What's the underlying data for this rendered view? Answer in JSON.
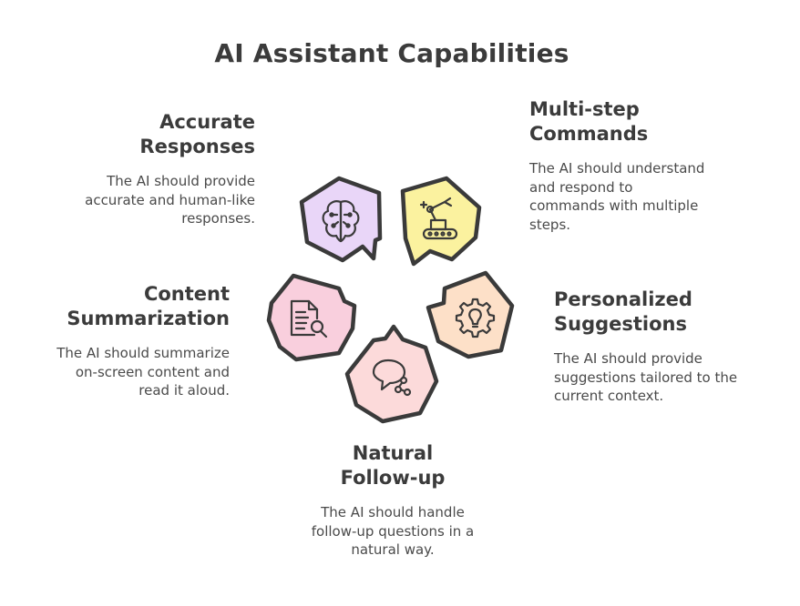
{
  "title": "AI Assistant Capabilities",
  "capabilities": [
    {
      "title": "Accurate Responses",
      "desc": "The AI should provide accurate and human-like responses.",
      "icon": "brain-icon",
      "color": "#e6d2f7"
    },
    {
      "title": "Multi-step Commands",
      "desc": "The AI should understand and respond to commands with multiple steps.",
      "icon": "robot-arm-icon",
      "color": "#fbf3a6"
    },
    {
      "title": "Personalized Suggestions",
      "desc": "The AI should provide suggestions tailored to the current context.",
      "icon": "lightbulb-gear-icon",
      "color": "#fde3cc"
    },
    {
      "title": "Natural Follow-up",
      "desc": "The AI should handle follow-up questions in a natural way.",
      "icon": "chat-share-icon",
      "color": "#fcdcdc"
    },
    {
      "title": "Content Summarization",
      "desc": "The AI should summarize on-screen content and read it aloud.",
      "icon": "document-search-icon",
      "color": "#fad3df"
    }
  ]
}
